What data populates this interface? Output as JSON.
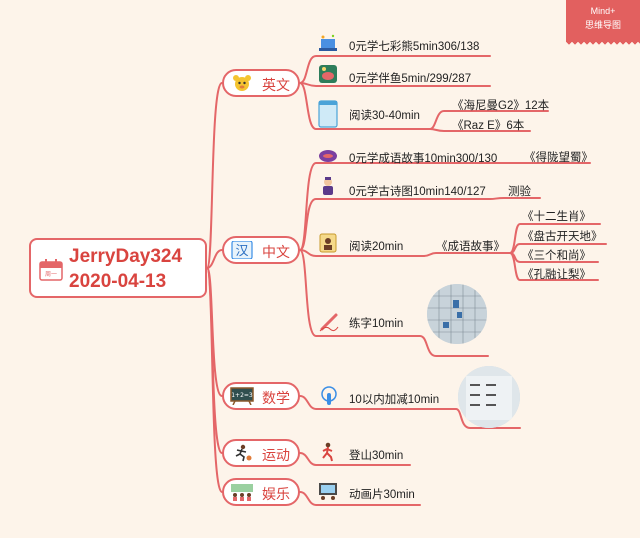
{
  "badge": {
    "line1": "Mind+",
    "line2": "思维导图"
  },
  "root": {
    "title": "JerryDay324",
    "date": "2020-04-13",
    "calendar_label": "周一"
  },
  "branches": {
    "english": {
      "label": "英文"
    },
    "chinese": {
      "label": "中文"
    },
    "math": {
      "label": "数学"
    },
    "sport": {
      "label": "运动"
    },
    "fun": {
      "label": "娱乐"
    }
  },
  "leaves": {
    "en1": "0元学七彩熊5min306/138",
    "en2": "0元学伴鱼5min/299/287",
    "en3": "阅读30-40min",
    "en3a": "《海尼曼G2》12本",
    "en3b": "《Raz E》6本",
    "zh1": "0元学成语故事10min300/130",
    "zh1a": "《得陇望蜀》",
    "zh2": "0元学古诗图10min140/127",
    "zh2a": "测验",
    "zh3": "阅读20min",
    "zh3a": "《成语故事》",
    "zh3a1": "《十二生肖》",
    "zh3a2": "《盘古开天地》",
    "zh3a3": "《三个和尚》",
    "zh3a4": "《孔融让梨》",
    "zh4": "练字10min",
    "ma1": "10以内加减10min",
    "sp1": "登山30min",
    "fu1": "动画片30min"
  },
  "colors": {
    "line": "#e46668",
    "accent": "#d9443f",
    "background": "#fdf4ea"
  },
  "icons": [
    "calendar-icon",
    "bear-icon",
    "han-character-icon",
    "blackboard-icon",
    "runner-icon",
    "audience-icon",
    "laptop-icon",
    "fish-app-icon",
    "book-icon",
    "lips-icon",
    "poet-icon",
    "reader-icon",
    "pen-icon",
    "touch-icon",
    "hiker-icon",
    "movie-icon"
  ]
}
